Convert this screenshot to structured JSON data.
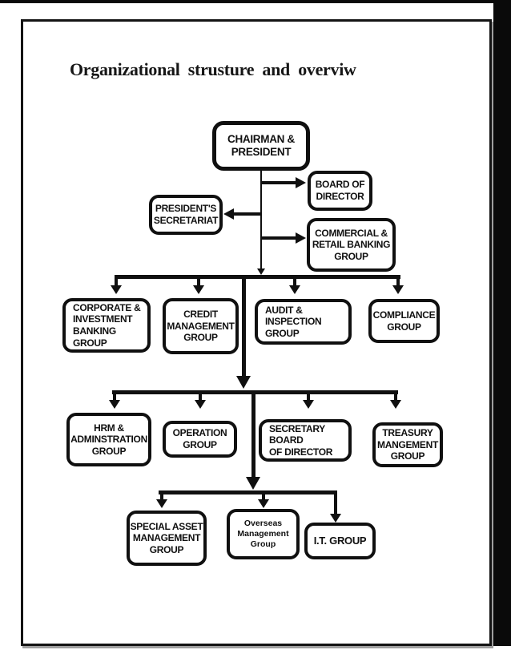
{
  "page": {
    "title": "Organizational strusture and overviw"
  },
  "colors": {
    "ink": "#101010",
    "paper": "#ffffff",
    "scan_background": "#0a0a0a",
    "page_shadow": "#9f9f9f"
  },
  "org_chart": {
    "nodes": {
      "chairman": {
        "label": [
          "CHAIRMAN &",
          "PRESIDENT"
        ]
      },
      "board_of_director": {
        "label": [
          "BOARD OF",
          "DIRECTOR"
        ]
      },
      "presidents_secretariat": {
        "label": [
          "PRESIDENT'S",
          "SECRETARIAT"
        ]
      },
      "commercial_retail_banking": {
        "label": [
          "COMMERCIAL &",
          "RETAIL BANKING",
          "GROUP"
        ]
      },
      "corporate_investment_banking": {
        "label": [
          "CORPORATE &",
          "INVESTMENT",
          "BANKING GROUP"
        ]
      },
      "credit_management": {
        "label": [
          "CREDIT",
          "MANAGEMENT",
          "GROUP"
        ]
      },
      "audit_inspection": {
        "label": [
          "AUDIT &",
          "INSPECTION GROUP"
        ]
      },
      "compliance": {
        "label": [
          "COMPLIANCE",
          "GROUP"
        ]
      },
      "hrm_adminstration": {
        "label": [
          "HRM &",
          "ADMINSTRATION",
          "GROUP"
        ]
      },
      "operation": {
        "label": [
          "OPERATION",
          "GROUP"
        ]
      },
      "secretary_board_of_director": {
        "label": [
          "SECRETARY BOARD",
          "OF DIRECTOR"
        ]
      },
      "treasury_mangement": {
        "label": [
          "TREASURY",
          "MANGEMENT",
          "GROUP"
        ]
      },
      "special_asset_management": {
        "label": [
          "SPECIAL ASSET",
          "MANAGEMENT",
          "GROUP"
        ]
      },
      "overseas_management": {
        "label": [
          "Overseas",
          "Management",
          "Group"
        ]
      },
      "it_group": {
        "label": [
          "I.T. GROUP"
        ]
      }
    },
    "edges": [
      {
        "from": "chairman",
        "to": "board_of_director"
      },
      {
        "from": "chairman",
        "to": "presidents_secretariat"
      },
      {
        "from": "chairman",
        "to": "commercial_retail_banking"
      },
      {
        "from": "chairman",
        "to": "corporate_investment_banking"
      },
      {
        "from": "chairman",
        "to": "credit_management"
      },
      {
        "from": "chairman",
        "to": "audit_inspection"
      },
      {
        "from": "chairman",
        "to": "compliance"
      },
      {
        "from": "chairman",
        "to": "hrm_adminstration"
      },
      {
        "from": "chairman",
        "to": "operation"
      },
      {
        "from": "chairman",
        "to": "secretary_board_of_director"
      },
      {
        "from": "chairman",
        "to": "treasury_mangement"
      },
      {
        "from": "chairman",
        "to": "special_asset_management"
      },
      {
        "from": "chairman",
        "to": "overseas_management"
      },
      {
        "from": "chairman",
        "to": "it_group"
      }
    ]
  }
}
